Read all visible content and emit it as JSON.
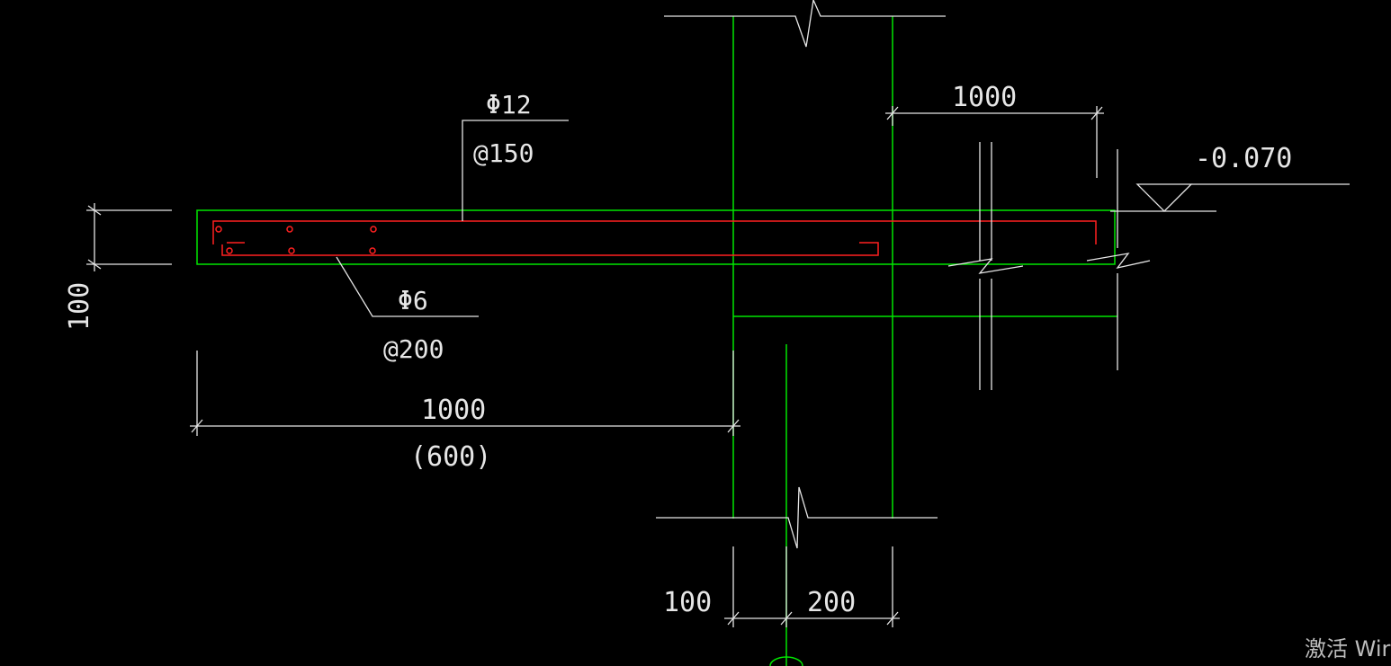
{
  "colors": {
    "background": "#000000",
    "concrete_outline": "#00e600",
    "rebar": "#ff2020",
    "annotation": "#e6e6e6"
  },
  "labels": {
    "top_bar": "Φ12",
    "top_bar_spacing": "@150",
    "dist_bar": "Φ6",
    "dist_bar_spacing": "@200",
    "elevation": "-0.070",
    "watermark": "激活 Wir"
  },
  "dimensions": {
    "slab_thickness": "100",
    "slab_length": "1000",
    "slab_length_alt": "(600)",
    "right_offset": "1000",
    "wall_left_part": "100",
    "wall_right_part": "200"
  }
}
